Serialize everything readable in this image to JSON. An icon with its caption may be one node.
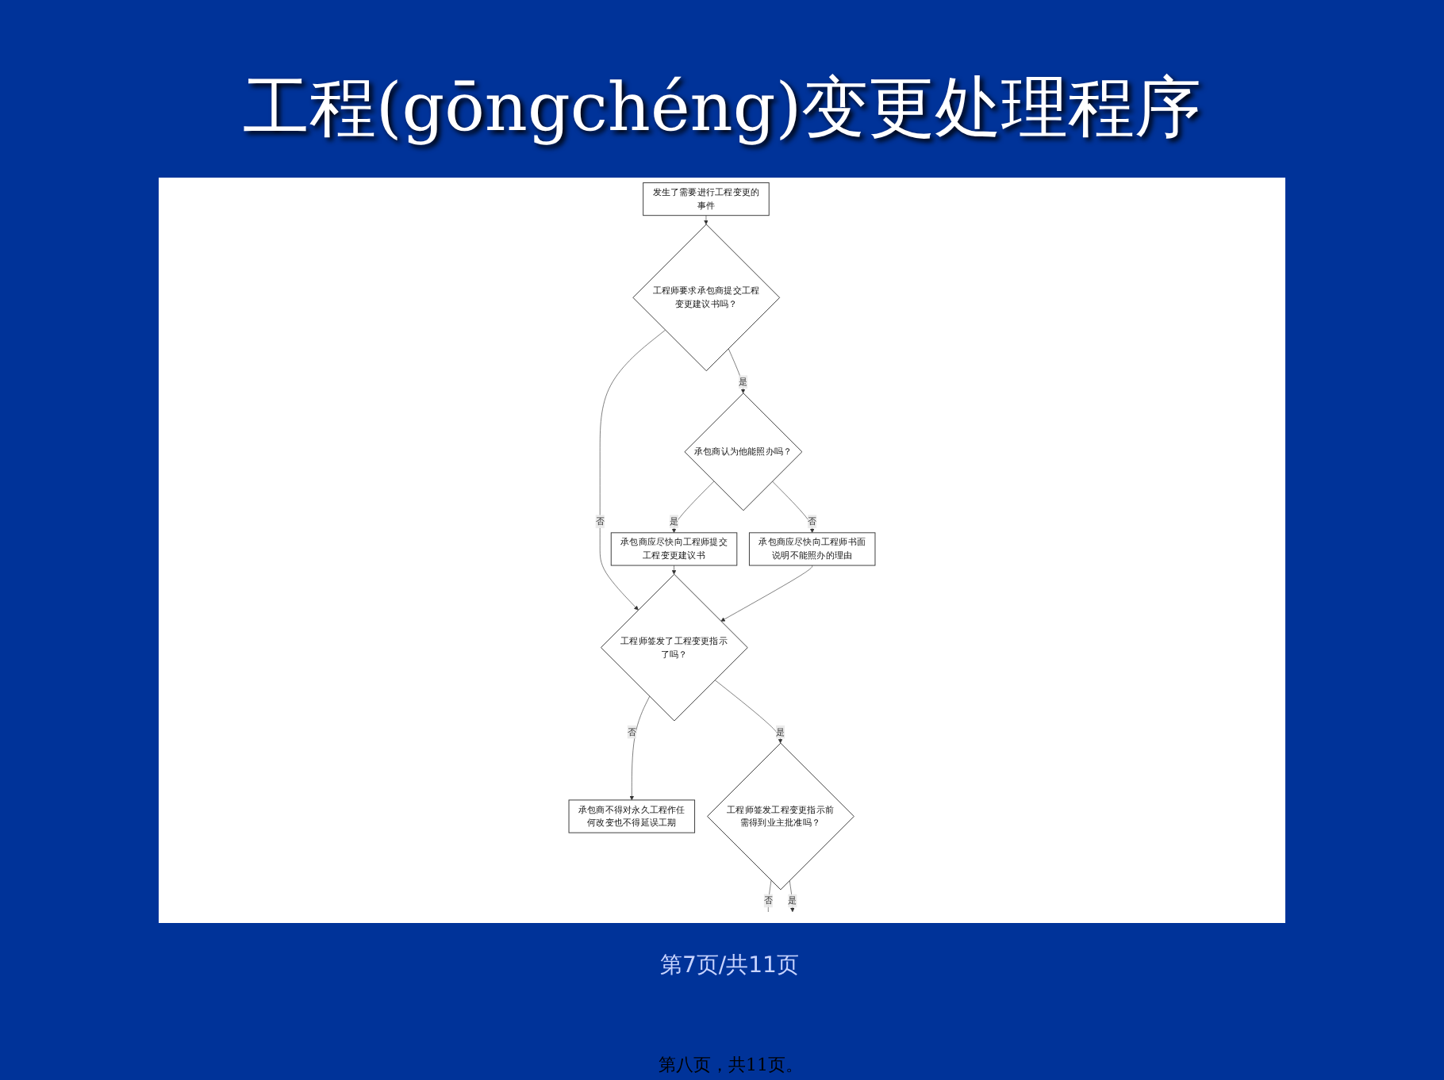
{
  "diagram": {
    "title": "工程(gōngchéng)变更处理程序",
    "nodes": [
      {
        "text": [
          "发生了需要进行工程变更的事件"
        ]
      },
      {
        "text": [
          "工程师要求承包商提交工程变更建议书吗？"
        ]
      },
      {
        "text": [
          "承包商认为他能照办吗？"
        ]
      },
      {
        "text": [
          "承包商应尽快向工程师提交工程变更建议书"
        ]
      },
      {
        "text": [
          "承包商应尽快向工程师书面说明不能照办的理由"
        ]
      },
      {
        "text": [
          "承包商不得对永久工程作任何改变也不得延误工期"
        ]
      },
      {
        "text": [
          "工程师签发了工程变更指示了吗？"
        ]
      },
      {
        "text": [
          "工程师签发工程变更指示前需得到业主批准吗？"
        ]
      }
    ],
    "edges": [
      {
        "from": 0,
        "to": 1,
        "arrow": "to"
      },
      {
        "from": 1,
        "to": 2,
        "label": "是",
        "arrow": "to"
      },
      {
        "from": 1,
        "to": 6,
        "label": "否",
        "arrow": "to"
      },
      {
        "from": 2,
        "to": 3,
        "label": "是",
        "arrow": "to"
      },
      {
        "from": 2,
        "to": 4,
        "label": "否",
        "arrow": "to"
      },
      {
        "from": 3,
        "to": 6,
        "arrow": "to"
      },
      {
        "from": 4,
        "to": 6,
        "arrow": "to"
      },
      {
        "from": 6,
        "to": 5,
        "label": "否",
        "arrow": "to"
      },
      {
        "from": 6,
        "to": 7,
        "label": "是",
        "arrow": "to"
      },
      {
        "from": 7,
        "to": null,
        "label": "否",
        "arrow": "none"
      },
      {
        "from": 7,
        "to": null,
        "label": "是",
        "arrow": "to"
      }
    ],
    "labels": [
      "第7页/共11页",
      "第八页，共11页。"
    ]
  }
}
